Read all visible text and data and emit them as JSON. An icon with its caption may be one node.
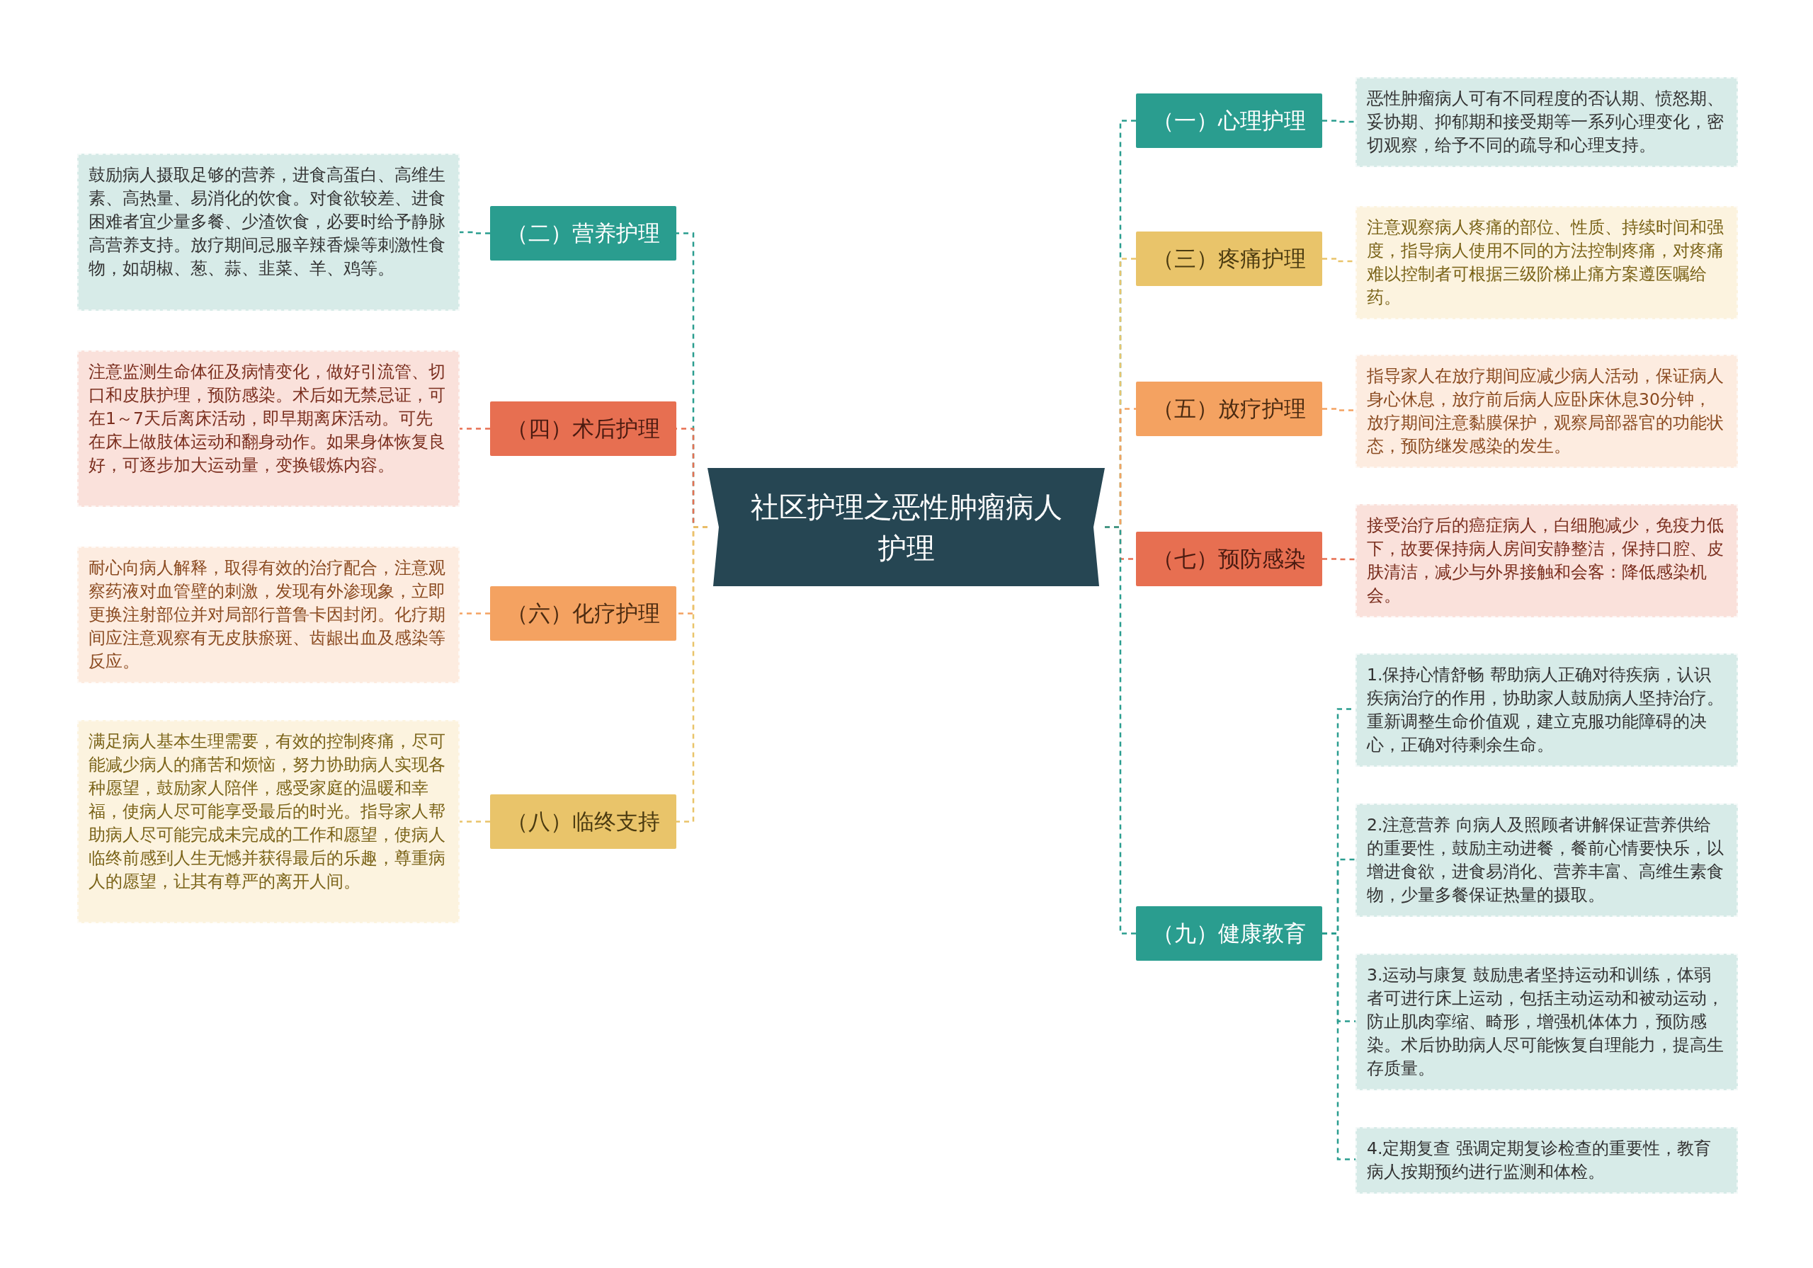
{
  "diagram": {
    "nodes": [
      {
        "text": [
          "社区护理之恶性肿瘤病人护理"
        ]
      },
      {
        "text": [
          "（一）心理护理"
        ]
      },
      {
        "text": [
          "恶性肿瘤病人可有不同程度的否认期、愤怒期、妥协期、抑郁期和接受期等一系列心理变化，密切观察，给予不同的疏导和心理支持。"
        ]
      },
      {
        "text": [
          "（二）营养护理"
        ]
      },
      {
        "text": [
          "鼓励病人摄取足够的营养，进食高蛋白、高维生素、高热量、易消化的饮食。对食欲较差、进食困难者宜少量多餐、少渣饮食，必要时给予静脉高营养支持。放疗期间忌服辛辣香燥等刺激性食物，如胡椒、葱、蒜、韭菜、羊、鸡等。"
        ]
      },
      {
        "text": [
          "（三）疼痛护理"
        ]
      },
      {
        "text": [
          "注意观察病人疼痛的部位、性质、持续时间和强度，指导病人使用不同的方法控制疼痛，对疼痛难以控制者可根据三级阶梯止痛方案遵医嘱给药。"
        ]
      },
      {
        "text": [
          "（四）术后护理"
        ]
      },
      {
        "text": [
          "注意监测生命体征及病情变化，做好引流管、切口和皮肤护理，预防感染。术后如无禁忌证，可在1～7天后离床活动，即早期离床活动。可先在床上做肢体运动和翻身动作。如果身体恢复良好，可逐步加大运动量，变换锻炼内容。"
        ]
      },
      {
        "text": [
          "（五）放疗护理"
        ]
      },
      {
        "text": [
          "指导家人在放疗期间应减少病人活动，保证病人身心休息，放疗前后病人应卧床休息30分钟，放疗期间注意黏膜保护，观察局部器官的功能状态，预防继发感染的发生。"
        ]
      },
      {
        "text": [
          "（六）化疗护理"
        ]
      },
      {
        "text": [
          "耐心向病人解释，取得有效的治疗配合，注意观察药液对血管壁的刺激，发现有外渗现象，立即更换注射部位并对局部行普鲁卡因封闭。化疗期间应注意观察有无皮肤瘀斑、齿龈出血及感染等反应。"
        ]
      },
      {
        "text": [
          "（七）预防感染"
        ]
      },
      {
        "text": [
          "接受治疗后的癌症病人，白细胞减少，免疫力低下，故要保持病人房间安静整洁，保持口腔、皮肤清洁，减少与外界接触和会客：降低感染机会。"
        ]
      },
      {
        "text": [
          "（八）临终支持"
        ]
      },
      {
        "text": [
          "满足病人基本生理需要，有效的控制疼痛，尽可能减少病人的痛苦和烦恼，努力协助病人实现各种愿望，鼓励家人陪伴，感受家庭的温暖和幸福，使病人尽可能享受最后的时光。指导家人帮助病人尽可能完成未完成的工作和愿望，使病人临终前感到人生无憾并获得最后的乐趣，尊重病人的愿望，让其有尊严的离开人间。"
        ]
      },
      {
        "text": [
          "（九）健康教育"
        ]
      },
      {
        "text": [
          "1.保持心情舒畅 帮助病人正确对待疾病，认识疾病治疗的作用，协助家人鼓励病人坚持治疗。重新调整生命价值观，建立克服功能障碍的决心，正确对待剩余生命。"
        ]
      },
      {
        "text": [
          "2.注意营养 向病人及照顾者讲解保证营养供给的重要性，鼓励主动进餐，餐前心情要快乐，以增进食欲，进食易消化、营养丰富、高维生素食物，少量多餐保证热量的摄取。"
        ]
      },
      {
        "text": [
          "3.运动与康复 鼓励患者坚持运动和训练，体弱者可进行床上运动，包括主动运动和被动运动，防止肌肉挛缩、畸形，增强机体体力，预防感染。术后协助病人尽可能恢复自理能力，提高生存质量。"
        ]
      },
      {
        "text": [
          "4.定期复查 强调定期复诊检查的重要性，教育病人按期预约进行监测和体检。"
        ]
      }
    ],
    "edges": [
      {
        "from": 0,
        "to": 1,
        "arrow": "none",
        "style": "dashed",
        "color": "#2a9d8f"
      },
      {
        "from": 1,
        "to": 2,
        "arrow": "none",
        "style": "dashed",
        "color": "#2a9d8f"
      },
      {
        "from": 0,
        "to": 3,
        "arrow": "none",
        "style": "dashed",
        "color": "#2a9d8f"
      },
      {
        "from": 3,
        "to": 4,
        "arrow": "none",
        "style": "dashed",
        "color": "#2a9d8f"
      },
      {
        "from": 0,
        "to": 5,
        "arrow": "none",
        "style": "dashed",
        "color": "#e9c46a"
      },
      {
        "from": 5,
        "to": 6,
        "arrow": "none",
        "style": "dashed",
        "color": "#e9c46a"
      },
      {
        "from": 0,
        "to": 7,
        "arrow": "none",
        "style": "dashed",
        "color": "#e76f51"
      },
      {
        "from": 7,
        "to": 8,
        "arrow": "none",
        "style": "dashed",
        "color": "#e76f51"
      },
      {
        "from": 0,
        "to": 9,
        "arrow": "none",
        "style": "dashed",
        "color": "#f4a261"
      },
      {
        "from": 9,
        "to": 10,
        "arrow": "none",
        "style": "dashed",
        "color": "#f4a261"
      },
      {
        "from": 0,
        "to": 11,
        "arrow": "none",
        "style": "dashed",
        "color": "#f4a261"
      },
      {
        "from": 11,
        "to": 12,
        "arrow": "none",
        "style": "dashed",
        "color": "#f4a261"
      },
      {
        "from": 0,
        "to": 13,
        "arrow": "none",
        "style": "dashed",
        "color": "#e76f51"
      },
      {
        "from": 13,
        "to": 14,
        "arrow": "none",
        "style": "dashed",
        "color": "#e76f51"
      },
      {
        "from": 0,
        "to": 15,
        "arrow": "none",
        "style": "dashed",
        "color": "#e9c46a"
      },
      {
        "from": 15,
        "to": 16,
        "arrow": "none",
        "style": "dashed",
        "color": "#e9c46a"
      },
      {
        "from": 0,
        "to": 17,
        "arrow": "none",
        "style": "dashed",
        "color": "#2a9d8f"
      },
      {
        "from": 17,
        "to": 18,
        "arrow": "none",
        "style": "dashed",
        "color": "#2a9d8f"
      },
      {
        "from": 17,
        "to": 19,
        "arrow": "none",
        "style": "dashed",
        "color": "#2a9d8f"
      },
      {
        "from": 17,
        "to": 20,
        "arrow": "none",
        "style": "dashed",
        "color": "#2a9d8f"
      },
      {
        "from": 17,
        "to": 21,
        "arrow": "none",
        "style": "dashed",
        "color": "#2a9d8f"
      }
    ]
  }
}
